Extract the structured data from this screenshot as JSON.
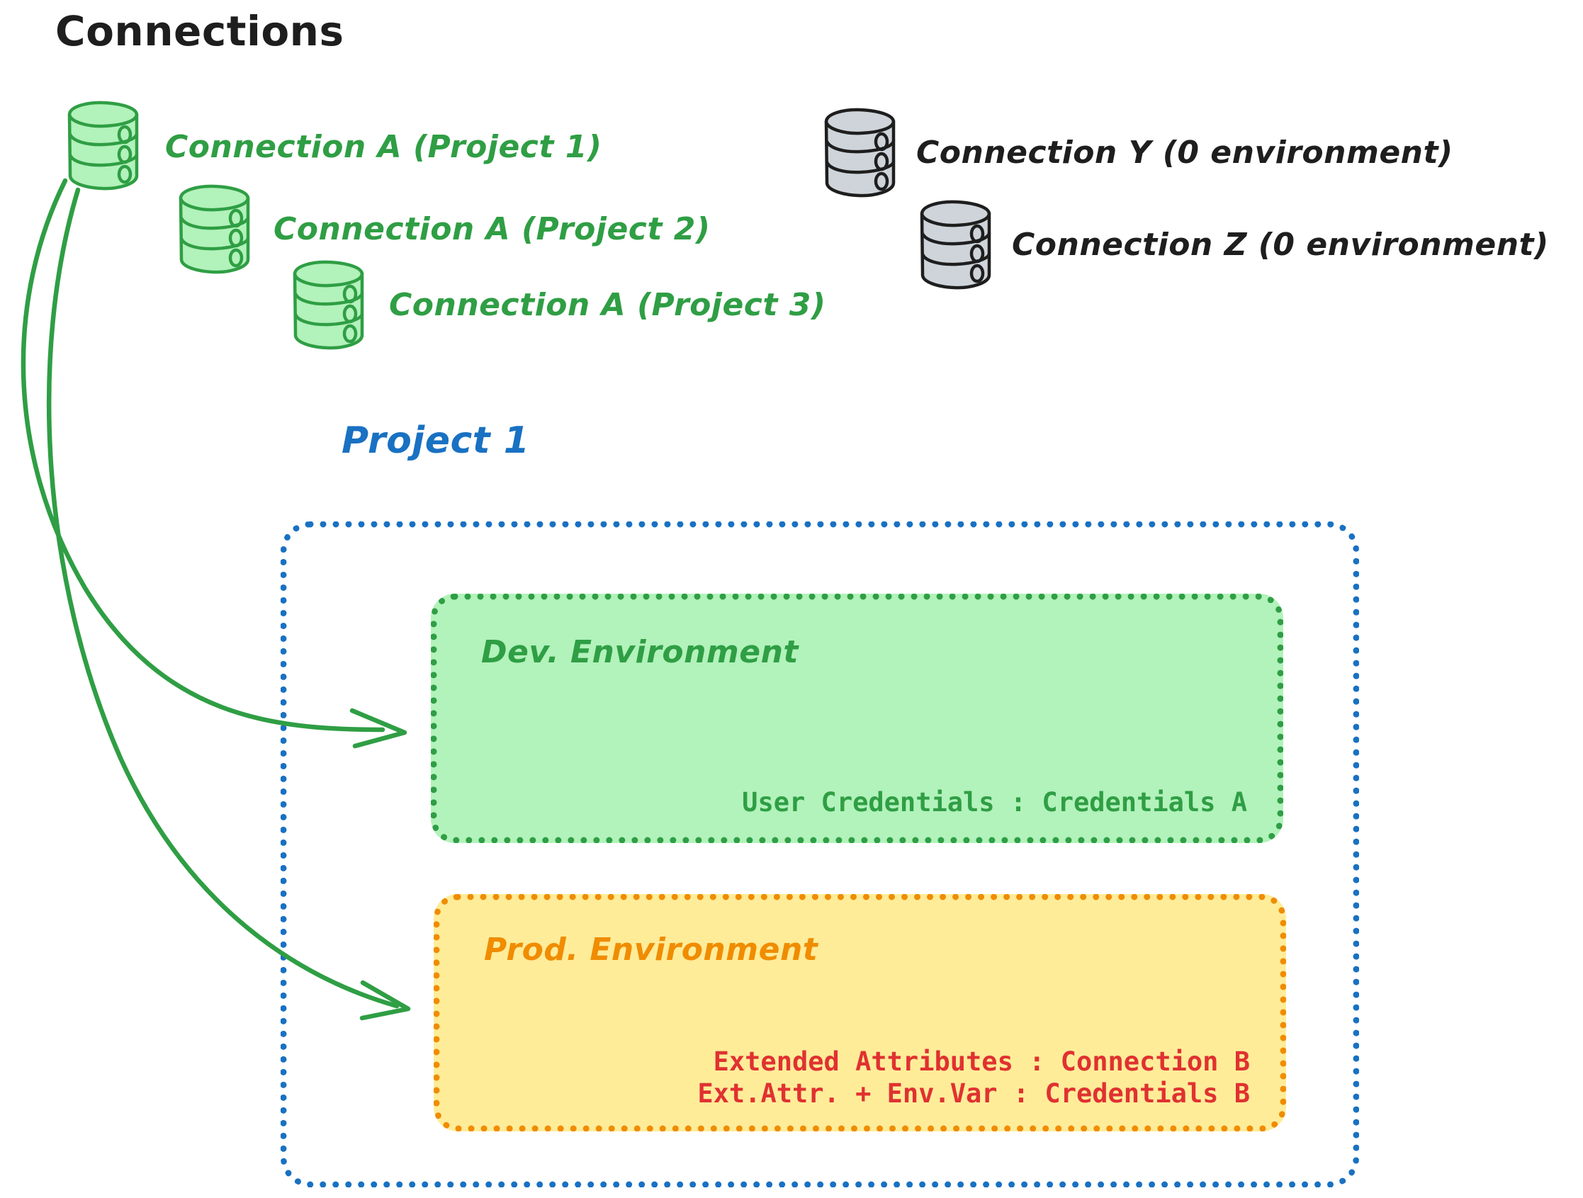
{
  "title": "Connections",
  "connections": [
    {
      "label": "Connection A (Project 1)",
      "color": "#2f9e44",
      "icon": "database-icon",
      "state": "green"
    },
    {
      "label": "Connection A (Project 2)",
      "color": "#2f9e44",
      "icon": "database-icon",
      "state": "green"
    },
    {
      "label": "Connection A (Project 3)",
      "color": "#2f9e44",
      "icon": "database-icon",
      "state": "green"
    },
    {
      "label": "Connection Y (0 environment)",
      "color": "#1e1e1e",
      "icon": "database-icon",
      "state": "gray"
    },
    {
      "label": "Connection Z (0 environment)",
      "color": "#1e1e1e",
      "icon": "database-icon",
      "state": "gray"
    }
  ],
  "project": {
    "label": "Project 1",
    "color": "#1971c2",
    "environments": [
      {
        "name": "Dev. Environment",
        "color": "#2f9e44",
        "fill": "#b2f2bb",
        "lines": [
          "User Credentials : Credentials A"
        ]
      },
      {
        "name": "Prod. Environment",
        "color": "#f08c00",
        "fill": "#ffec99",
        "text_color": "#e03131",
        "lines": [
          "Extended Attributes : Connection B",
          "Ext.Attr. + Env.Var : Credentials B"
        ]
      }
    ]
  },
  "arrows": [
    {
      "from": "Connection A (Project 1)",
      "to": "Dev. Environment",
      "color": "#2f9e44"
    },
    {
      "from": "Connection A (Project 1)",
      "to": "Prod. Environment",
      "color": "#2f9e44"
    }
  ]
}
